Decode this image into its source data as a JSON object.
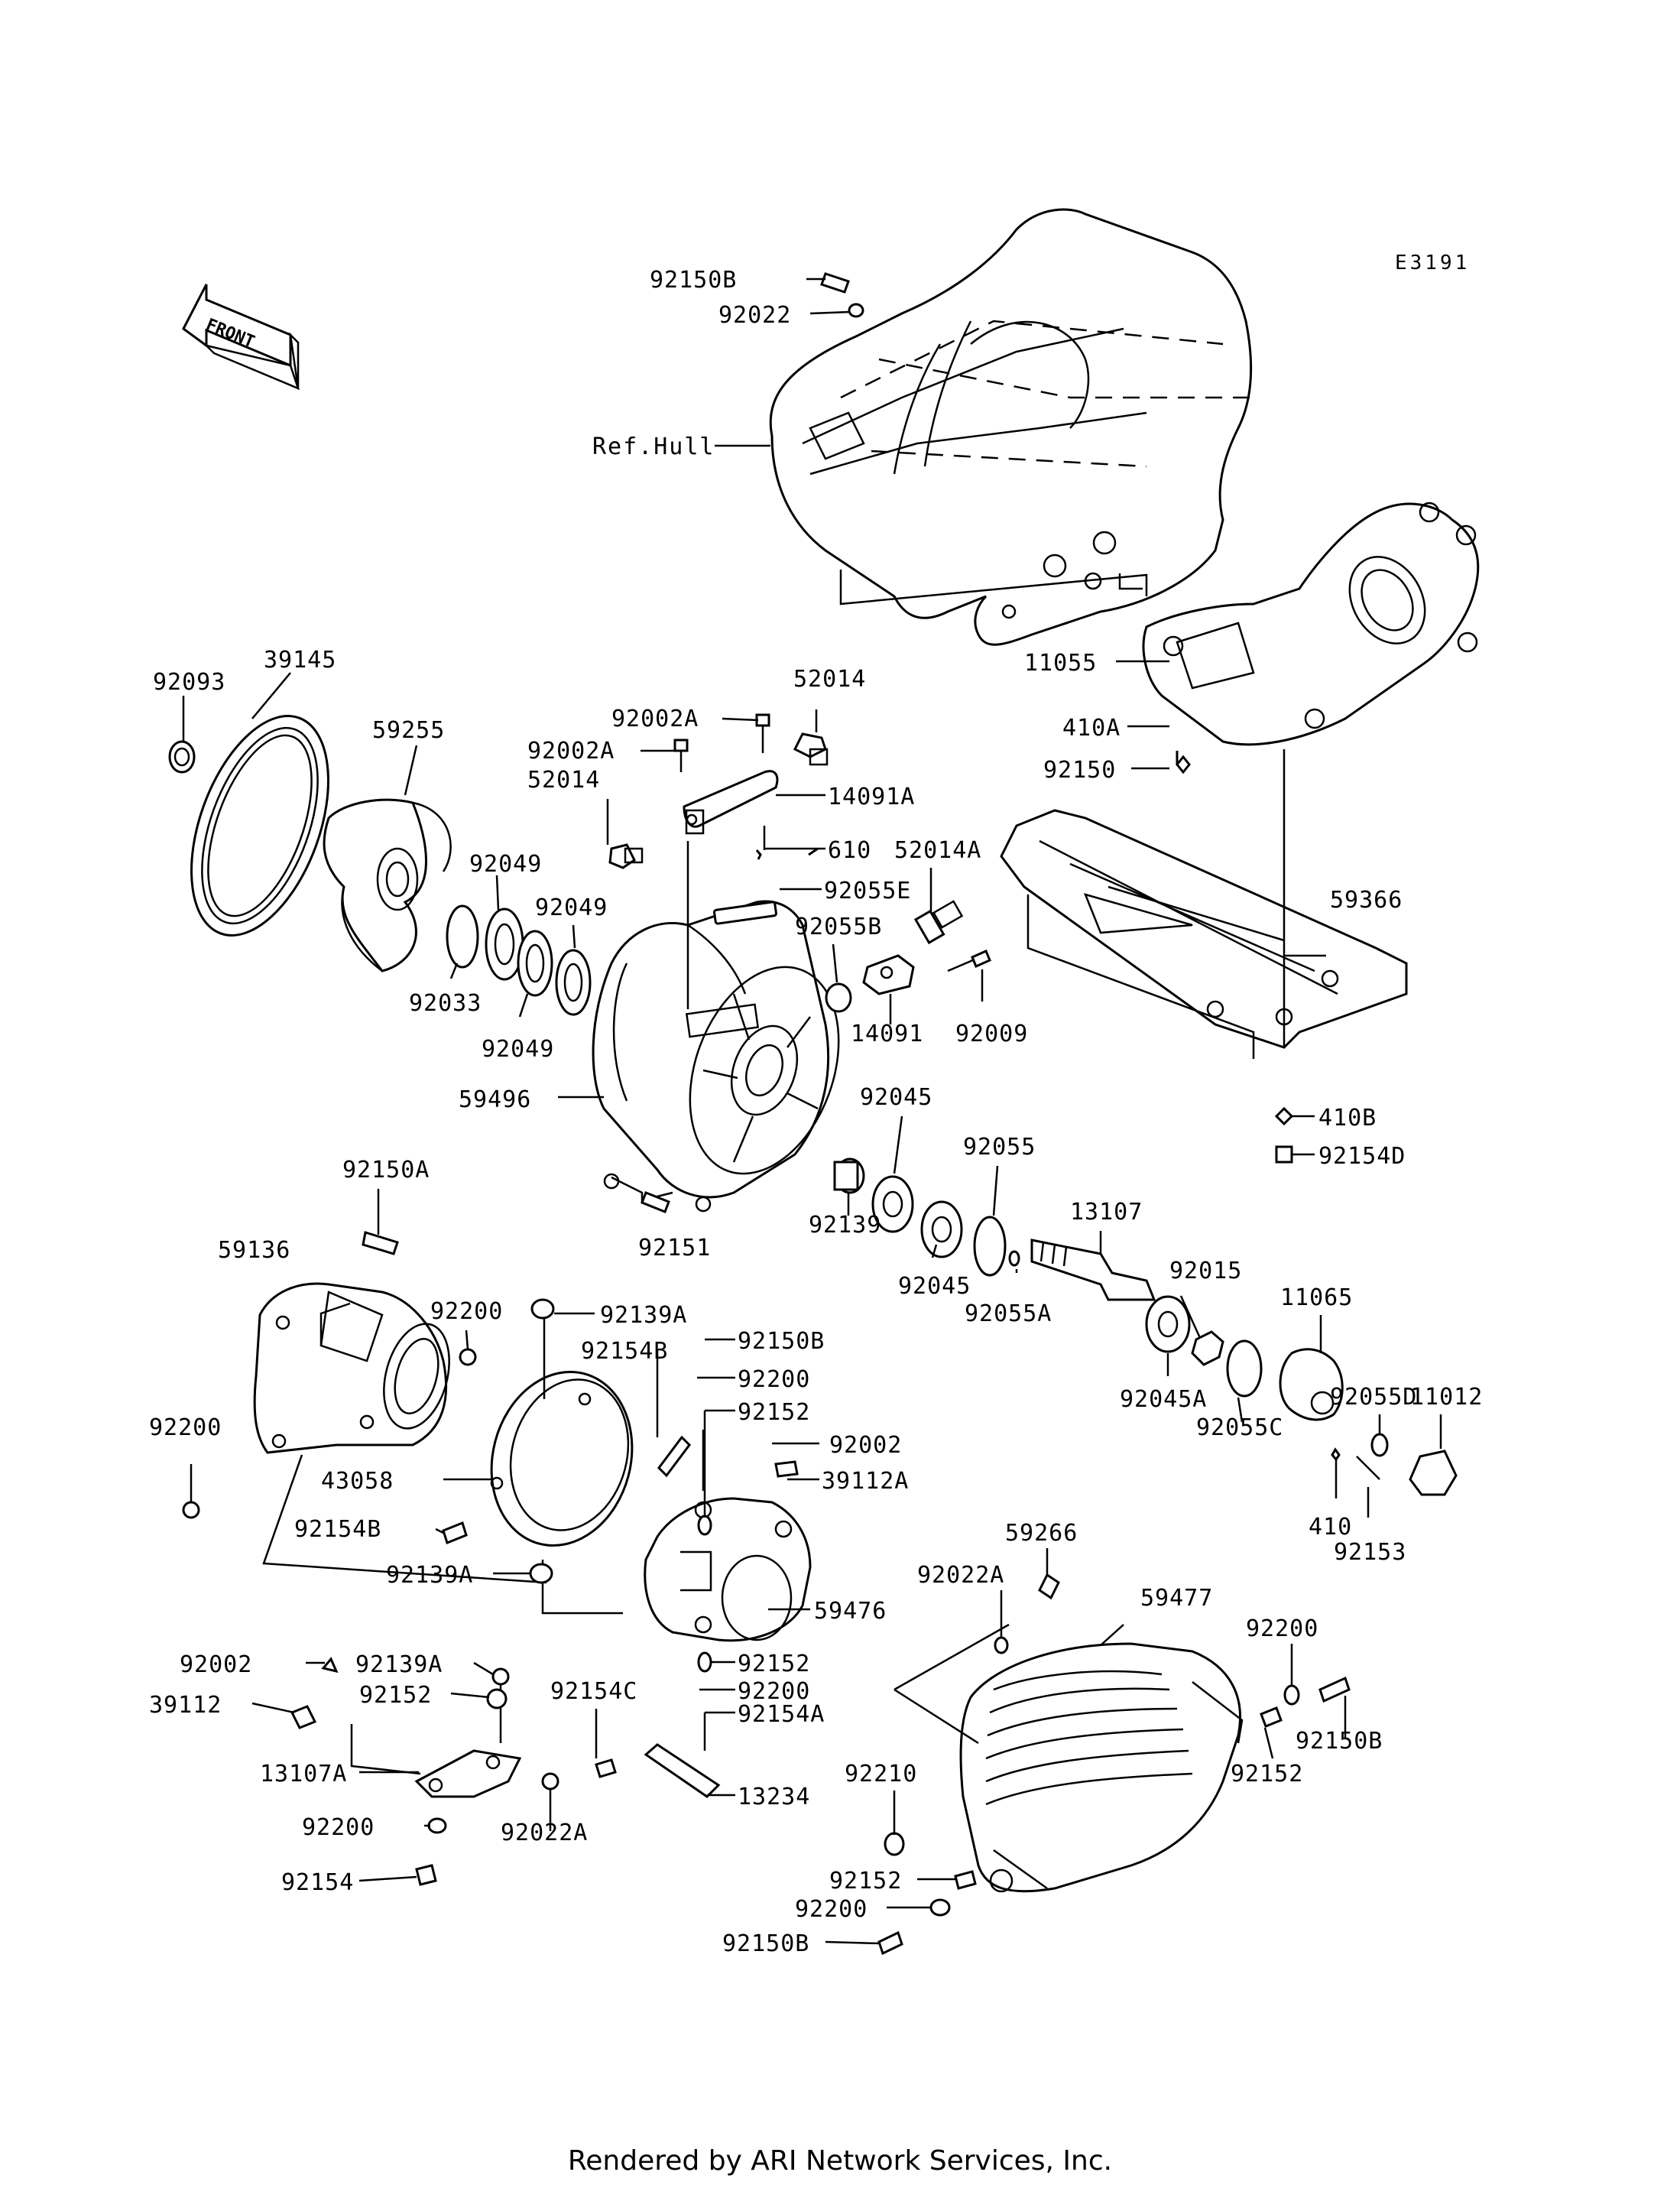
{
  "diagram": {
    "code": "E3191",
    "front_arrow": "FRONT",
    "footer": "Rendered by ARI Network Services, Inc.",
    "labels": {
      "p92150B_top": "92150B",
      "p92022_top": "92022",
      "ref_hull": "Ref.Hull",
      "p11055": "11055",
      "p410A": "410A",
      "p92150": "92150",
      "p92093": "92093",
      "p39145": "39145",
      "p59255": "59255",
      "p92049_a": "92049",
      "p92049_b": "92049",
      "p92049_c": "92049",
      "p92033": "92033",
      "p92002A_a": "92002A",
      "p92002A_b": "92002A",
      "p52014_a": "52014",
      "p52014_b": "52014",
      "p14091A": "14091A",
      "p610": "610",
      "p92055E": "92055E",
      "p52014A": "52014A",
      "p92055B": "92055B",
      "p59366": "59366",
      "p14091": "14091",
      "p92009": "92009",
      "p92045_a": "92045",
      "p59496": "59496",
      "p410B": "410B",
      "p92154D": "92154D",
      "p92055": "92055",
      "p92139": "92139",
      "p92150A": "92150A",
      "p13107": "13107",
      "p92045_b": "92045",
      "p92055A": "92055A",
      "p59136": "59136",
      "p92151": "92151",
      "p92015": "92015",
      "p11065": "11065",
      "p92200_a": "92200",
      "p92139A_a": "92139A",
      "p92150B_mid": "92150B",
      "p92154B_a": "92154B",
      "p92200_b": "92200",
      "p92055D": "92055D",
      "p11012": "11012",
      "p92045A": "92045A",
      "p92152_a": "92152",
      "p92200_c": "92200",
      "p92002": "92002",
      "p92055C": "92055C",
      "p43058": "43058",
      "p39112A": "39112A",
      "p92154B_b": "92154B",
      "p410": "410",
      "p92153": "92153",
      "p59266": "59266",
      "p92139A_b": "92139A",
      "p92022A_a": "92022A",
      "p59477": "59477",
      "p59476": "59476",
      "p92200_d": "92200",
      "p92002_b": "92002",
      "p92139A_c": "92139A",
      "p92152_b": "92152",
      "p39112": "39112",
      "p92152_c": "92152",
      "p92154C": "92154C",
      "p92200_e": "92200",
      "p92150B_r": "92150B",
      "p92154A": "92154A",
      "p13107A": "13107A",
      "p13234": "13234",
      "p92210": "92210",
      "p92152_d": "92152",
      "p92200_f": "92200",
      "p92022A_b": "92022A",
      "p92154": "92154",
      "p92152_e": "92152",
      "p92200_g": "92200",
      "p92150B_bot": "92150B"
    }
  }
}
